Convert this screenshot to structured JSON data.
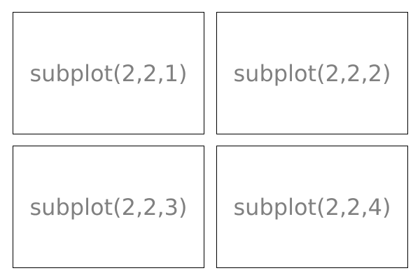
{
  "colors": {
    "background": "#ffffff",
    "frame": "#000000",
    "label_text": "#808080"
  },
  "panels": [
    {
      "label": "subplot(2,2,1)"
    },
    {
      "label": "subplot(2,2,2)"
    },
    {
      "label": "subplot(2,2,3)"
    },
    {
      "label": "subplot(2,2,4)"
    }
  ]
}
